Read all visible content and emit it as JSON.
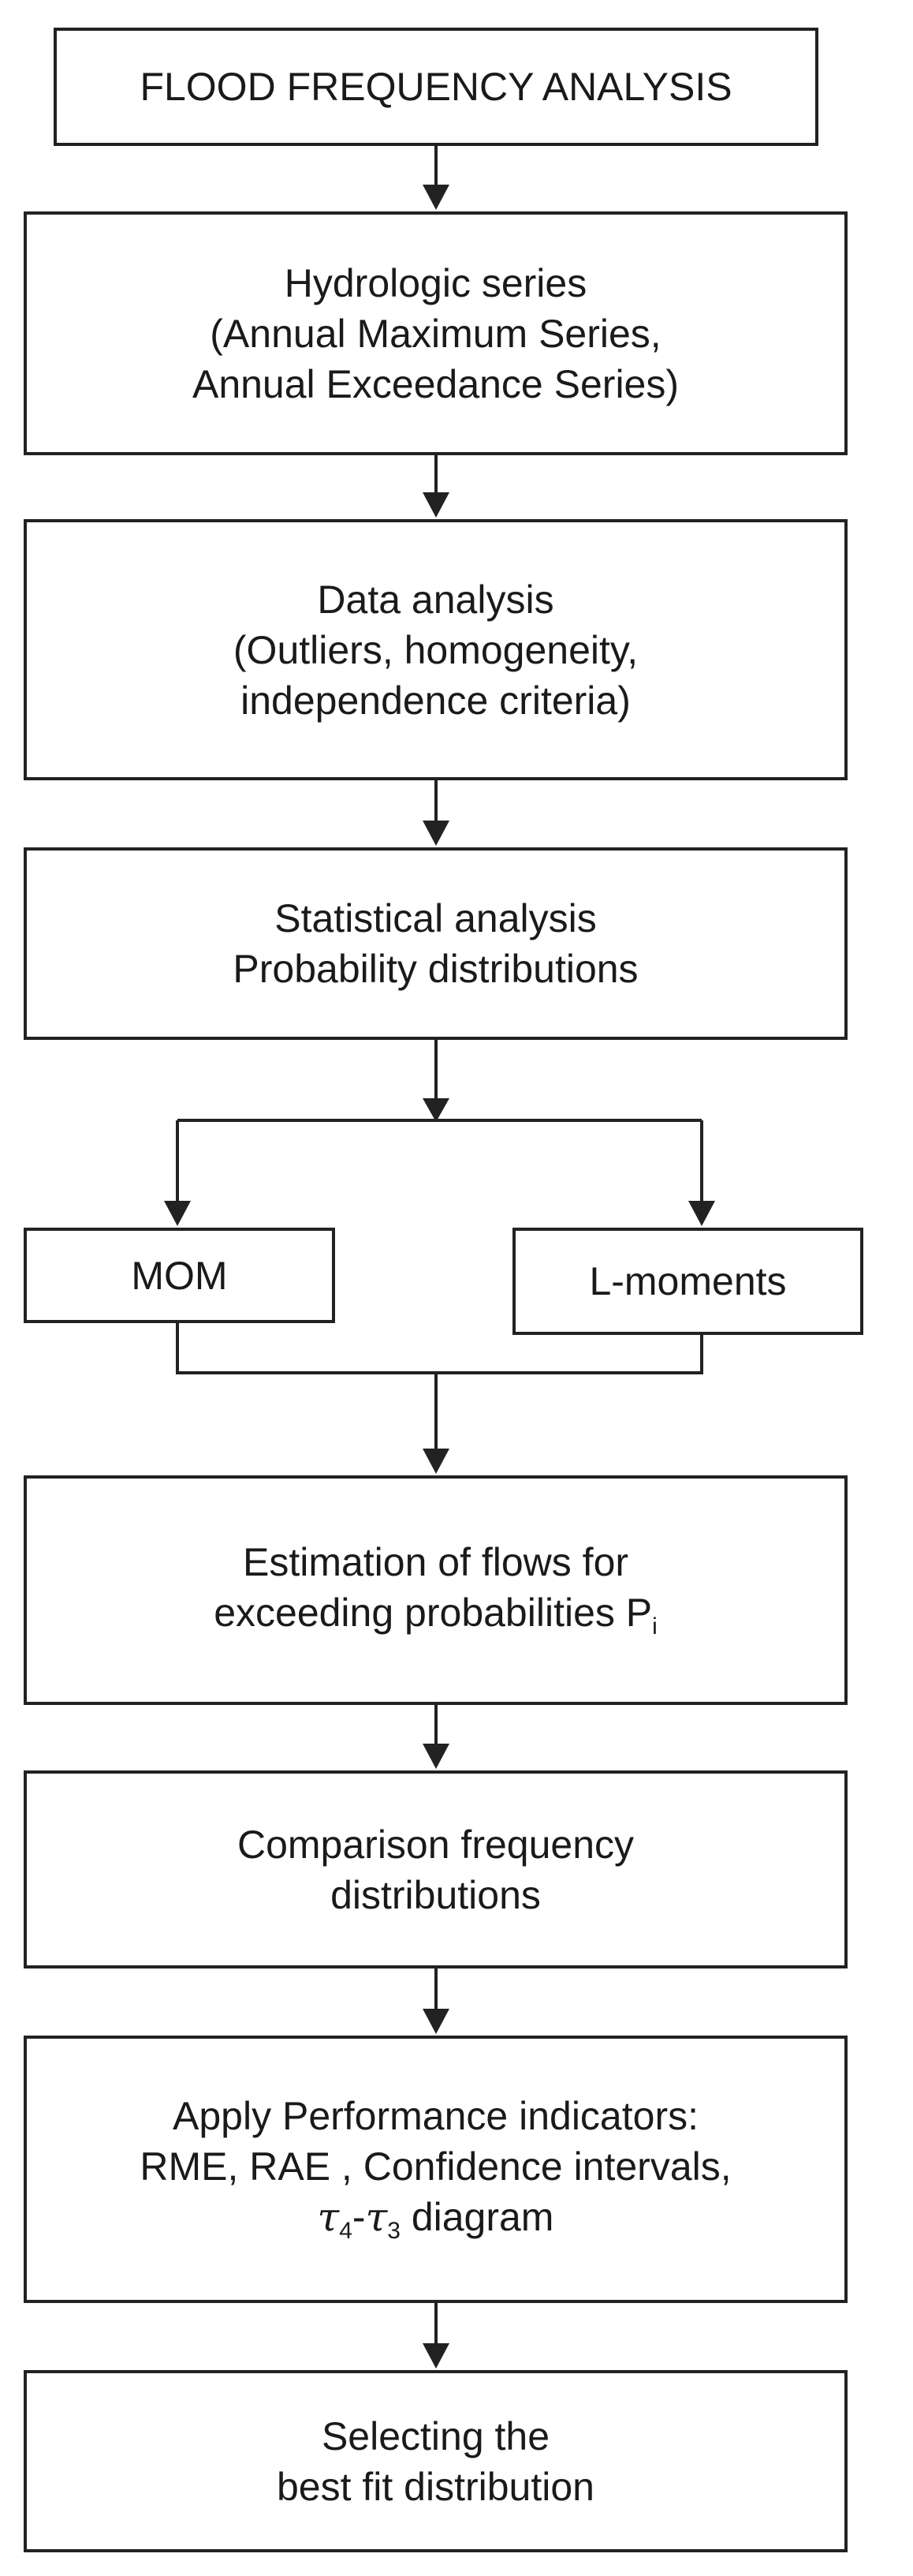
{
  "boxes": {
    "title": {
      "lines": [
        "FLOOD FREQUENCY ANALYSIS"
      ]
    },
    "hydrologic": {
      "lines": [
        "Hydrologic series",
        "(Annual Maximum Series,",
        "Annual Exceedance Series)"
      ]
    },
    "data_analysis": {
      "lines": [
        "Data analysis",
        "(Outliers, homogeneity,",
        "independence criteria)"
      ]
    },
    "statistical": {
      "lines": [
        "Statistical analysis",
        "Probability distributions"
      ]
    },
    "mom": {
      "label": "MOM"
    },
    "lmoments": {
      "label": "L-moments"
    },
    "estimation": {
      "line1": "Estimation of flows for",
      "line2_text": "exceeding probabilities P",
      "line2_sub": "i"
    },
    "comparison": {
      "lines": [
        "Comparison frequency",
        "distributions"
      ]
    },
    "performance": {
      "line1": "Apply Performance indicators:",
      "line2": "RME, RAE , Confidence intervals,",
      "tau_symbol": "τ",
      "tau_sub_a": "4",
      "tau_dash": "-",
      "tau_sub_b": "3",
      "line3_rest": " diagram"
    },
    "selecting": {
      "lines": [
        "Selecting the",
        "best fit distribution"
      ]
    }
  }
}
